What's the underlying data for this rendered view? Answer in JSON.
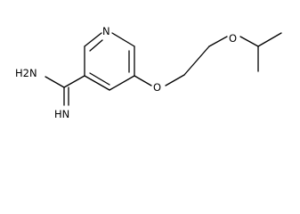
{
  "molecule": {
    "atoms": {
      "ring_n": "N",
      "ether_o1": "O",
      "ether_o2": "O",
      "amine": "H2N",
      "imine": "HN"
    }
  }
}
